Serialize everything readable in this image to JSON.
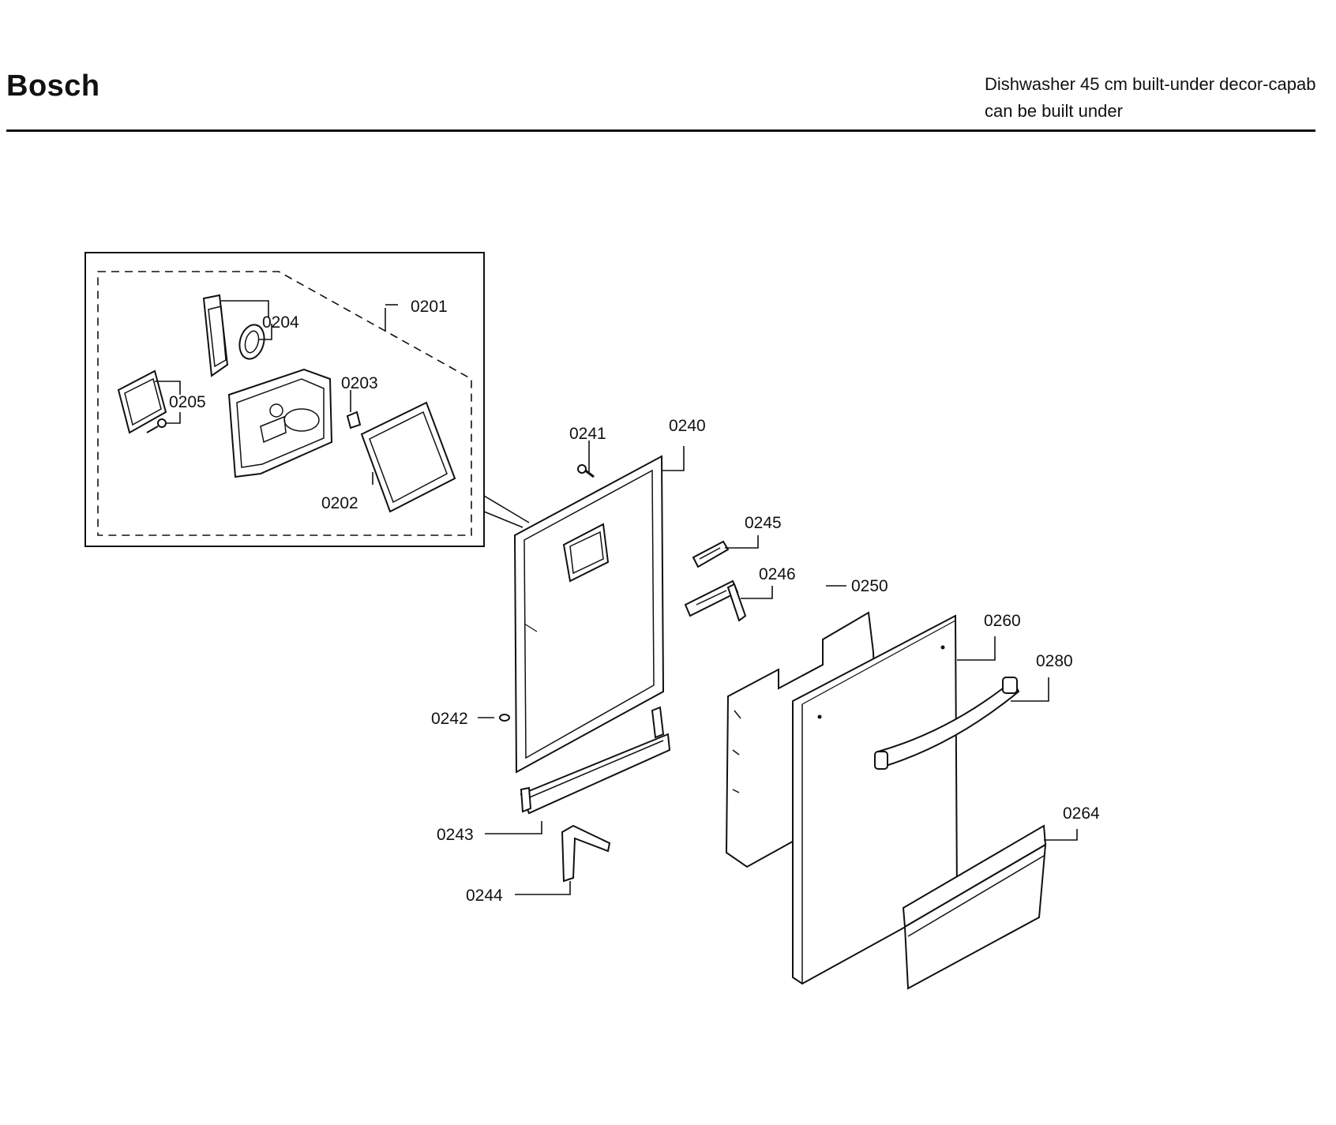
{
  "header": {
    "brand": "Bosch",
    "description_line1": "Dishwasher 45 cm built-under decor-capab",
    "description_line2": "can be built under"
  },
  "callouts": {
    "p0201": "0201",
    "p0202": "0202",
    "p0203": "0203",
    "p0204": "0204",
    "p0205": "0205",
    "p0240": "0240",
    "p0241": "0241",
    "p0242": "0242",
    "p0243": "0243",
    "p0244": "0244",
    "p0245": "0245",
    "p0246": "0246",
    "p0250": "0250",
    "p0260": "0260",
    "p0264": "0264",
    "p0280": "0280"
  }
}
